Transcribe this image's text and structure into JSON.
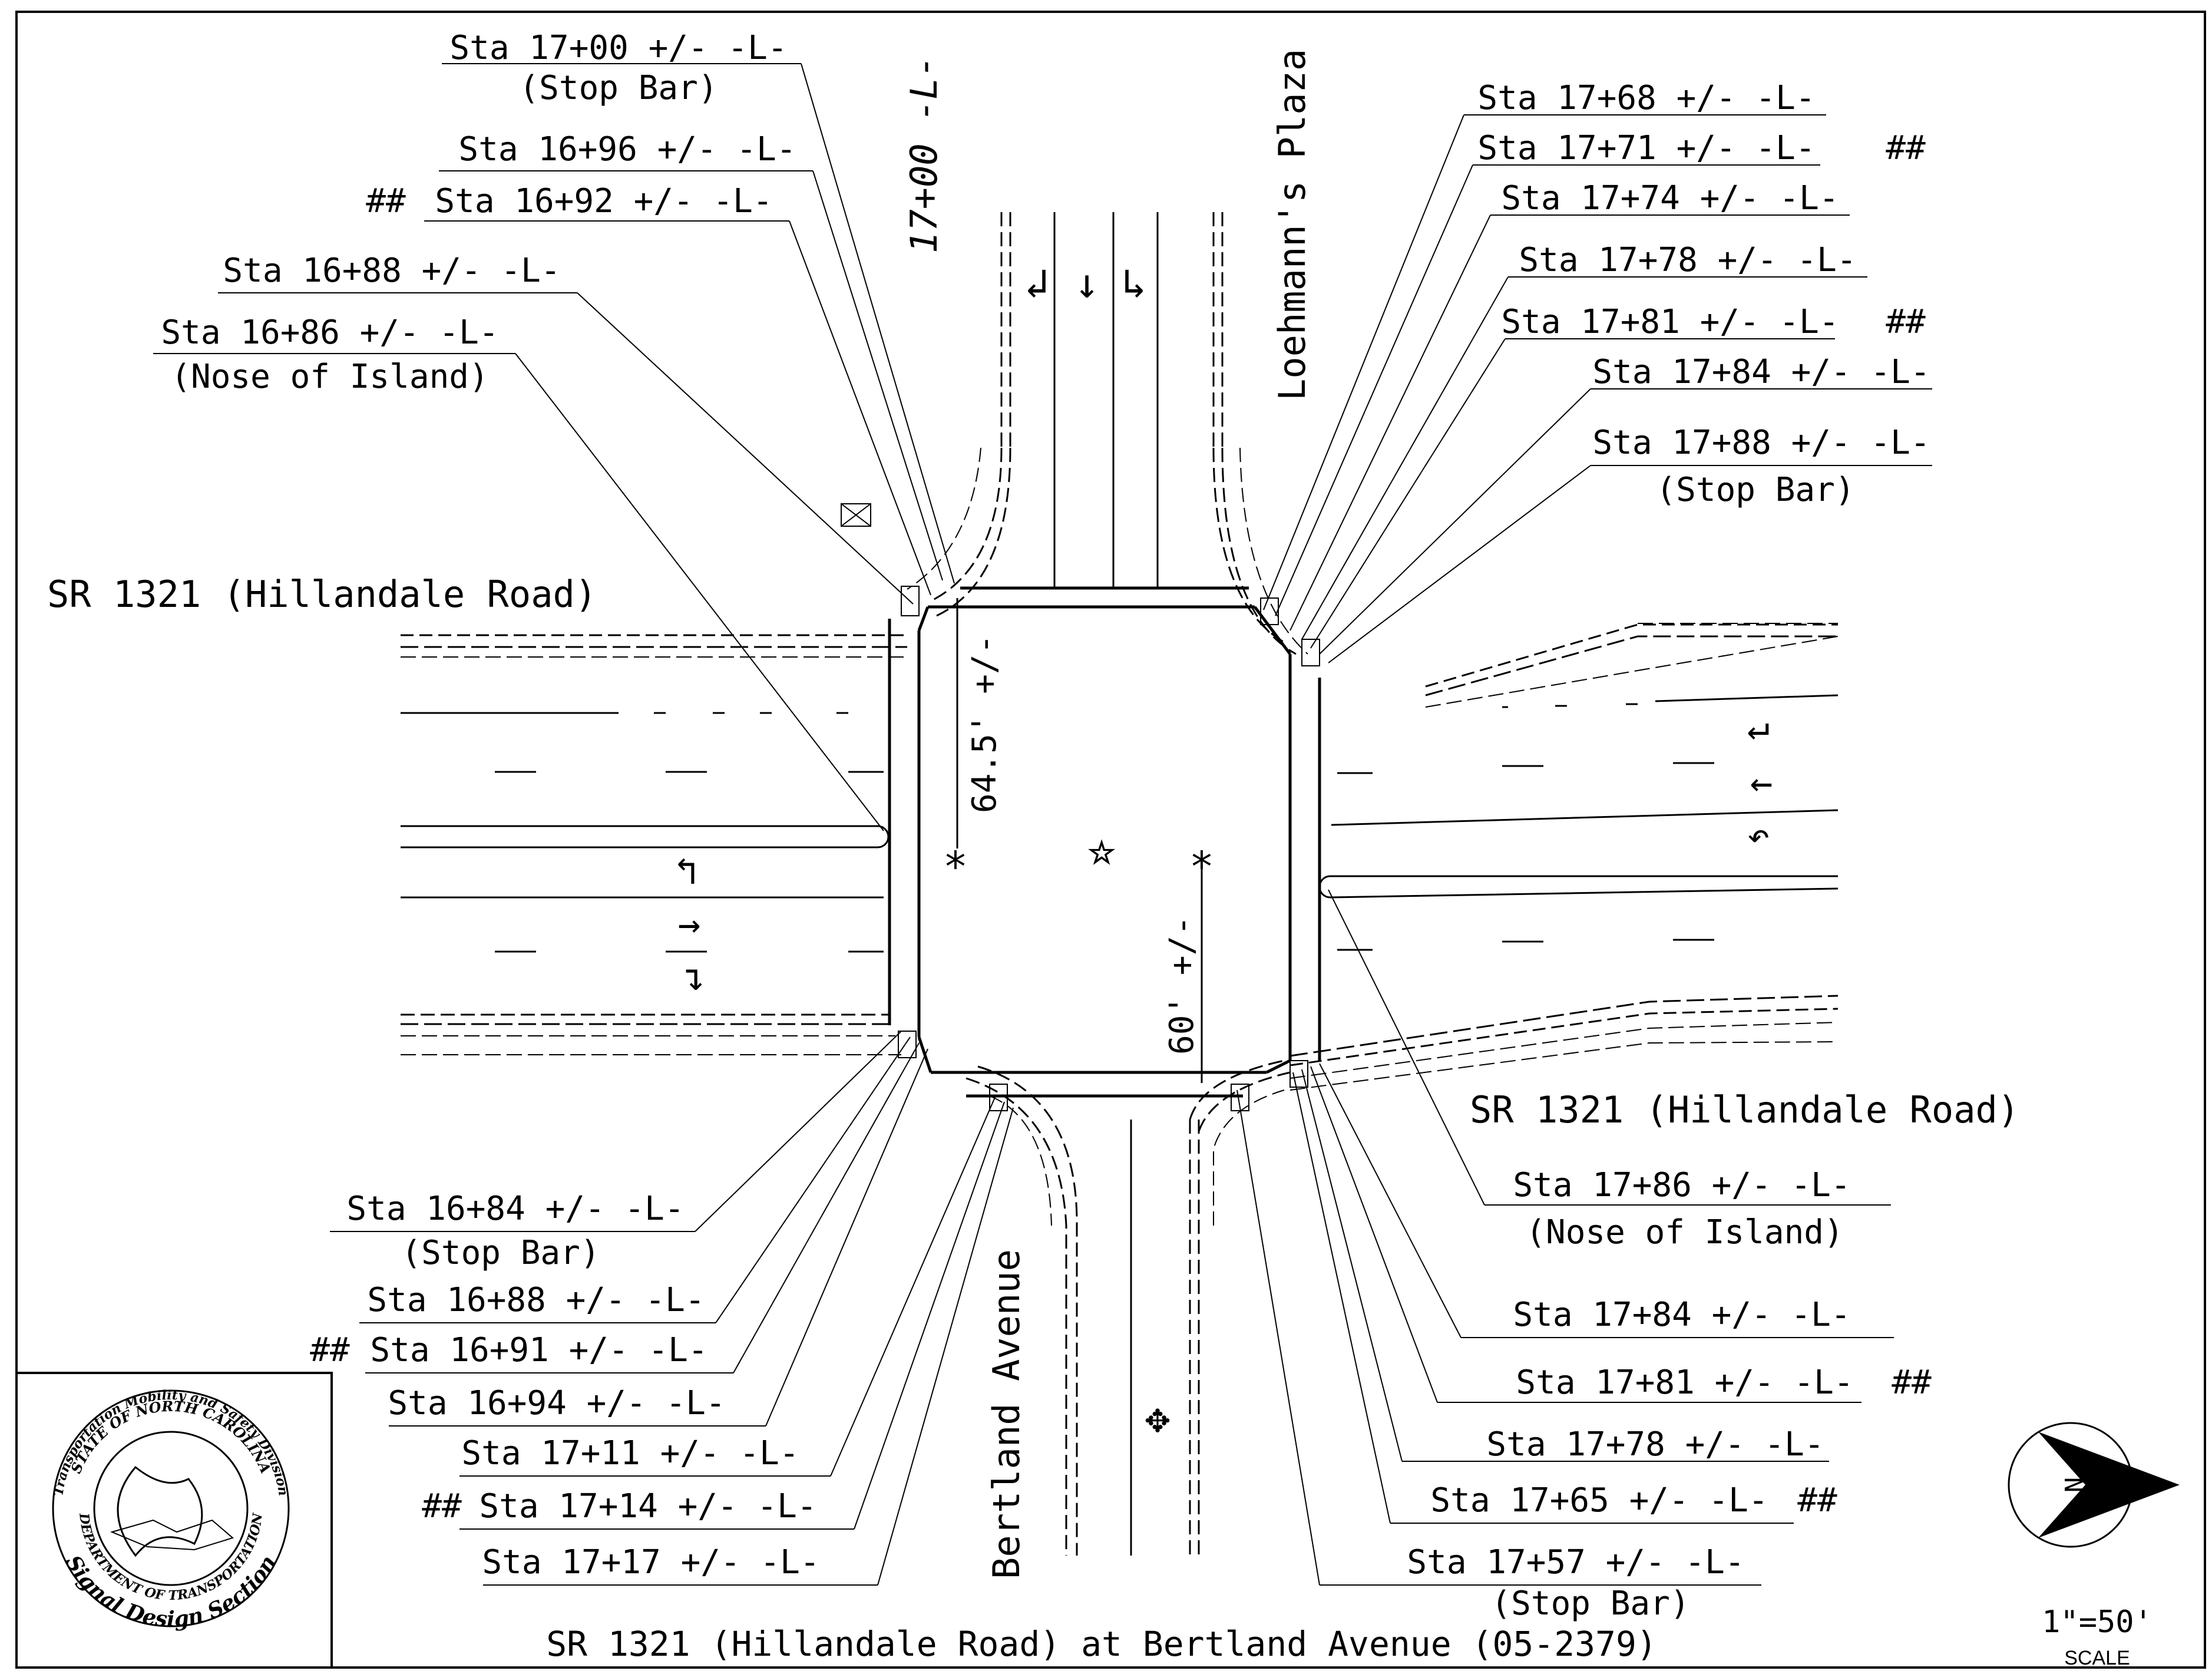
{
  "roads": {
    "hillandale_west": "SR 1321 (Hillandale Road)",
    "hillandale_east": "SR 1321 (Hillandale Road)",
    "loehmanns": "Loehmann's Plaza",
    "bertland": "Bertland Avenue",
    "station_vertical": "17+00 -L-"
  },
  "dimensions": {
    "north_dim": "64.5' +/-",
    "south_dim": "60' +/-"
  },
  "labels": {
    "nw": [
      "Sta 17+00 +/- -L-",
      "(Stop Bar)",
      "Sta 16+96 +/- -L-",
      "##",
      "Sta 16+92 +/- -L-",
      "Sta 16+88 +/- -L-",
      "Sta 16+86 +/- -L-",
      "(Nose of Island)"
    ],
    "ne": [
      "Sta 17+68 +/- -L-",
      "Sta 17+71 +/- -L-",
      "##",
      "Sta 17+74 +/- -L-",
      "Sta 17+78 +/- -L-",
      "Sta 17+81 +/- -L-",
      "##",
      "Sta 17+84 +/- -L-",
      "Sta 17+88 +/- -L-",
      "(Stop Bar)"
    ],
    "sw": [
      "Sta 16+84 +/- -L-",
      "(Stop Bar)",
      "Sta 16+88 +/- -L-",
      "##",
      "Sta 16+91 +/- -L-",
      "Sta 16+94 +/- -L-",
      "Sta 17+11 +/- -L-",
      "##",
      "Sta 17+14 +/- -L-",
      "Sta 17+17 +/- -L-"
    ],
    "se": [
      "Sta 17+86 +/- -L-",
      "(Nose of Island)",
      "Sta 17+84 +/- -L-",
      "Sta 17+81 +/- -L-",
      "##",
      "Sta 17+78 +/- -L-",
      "Sta 17+65 +/- -L-",
      "##",
      "Sta 17+57 +/- -L-",
      "(Stop Bar)"
    ]
  },
  "footer": {
    "title": "SR 1321 (Hillandale Road) at Bertland Avenue  (05-2379)",
    "scale_value": "1\"=50'",
    "scale_word": "SCALE",
    "north_letter": "N"
  },
  "seal": {
    "top_arc": "Transportation Mobility and Safety Division",
    "ring_1": "STATE OF NORTH CAROLINA",
    "ring_2": "DEPARTMENT OF TRANSPORTATION",
    "bottom_arc": "Signal Design Section"
  }
}
